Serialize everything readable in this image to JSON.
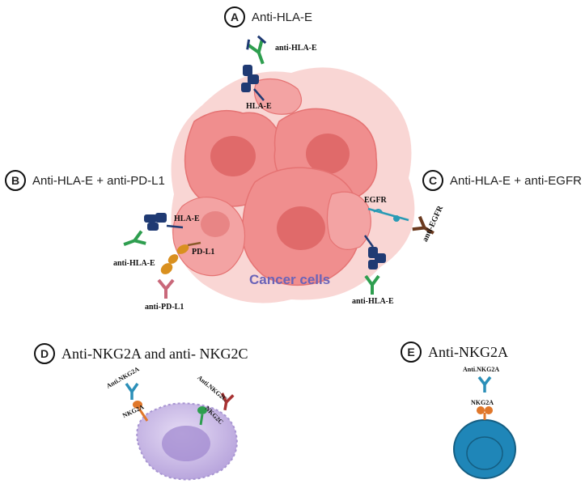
{
  "panels": {
    "a": {
      "letter": "A",
      "title": "Anti-HLA-E"
    },
    "b": {
      "letter": "B",
      "title": "Anti-HLA-E + anti-PD-L1"
    },
    "c": {
      "letter": "C",
      "title": "Anti-HLA-E + anti-EGFR"
    },
    "d": {
      "letter": "D",
      "title": "Anti-NKG2A and anti- NKG2C"
    },
    "e": {
      "letter": "E",
      "title": "Anti-NKG2A"
    }
  },
  "labels": {
    "cancer_cells": "Cancer cells",
    "anti_hla_e": "anti-HLA-E",
    "hla_e": "HLA-E",
    "pd_l1": "PD-L1",
    "anti_pd_l1": "anti-PD-L1",
    "egfr": "EGFR",
    "anti_egfr": "anti-EGFR",
    "anti_nkg2a": "Anti.NKG2A",
    "nkg2a": "NKG2A",
    "anti_nkg2c": "Anti.NKG2C",
    "nkg2c": "NKG2C"
  },
  "colors": {
    "cancer_fill": "#f08e8e",
    "cancer_halo": "#f7c4c2",
    "nucleus": "#e06a6a",
    "hla_e": "#1f3a73",
    "antibody_green": "#2e9e4f",
    "pd_l1": "#d9901f",
    "anti_pd_l1": "#c9687a",
    "anti_egfr": "#6b3a1f",
    "egfr": "#2a9bb5",
    "nk_cell": "#c9b8e6",
    "nkg2a_receptor": "#e0772a",
    "nkg2c_receptor": "#2e9e4f",
    "anti_nkg2a": "#2b8fb8",
    "anti_nkg2c": "#a83232",
    "e_cell": "#1f86b8",
    "cancer_label": "#6a63b8"
  }
}
